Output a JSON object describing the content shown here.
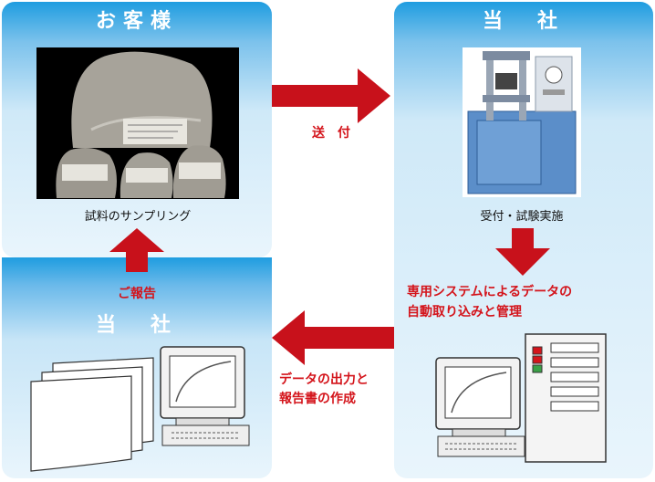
{
  "customer_panel": {
    "title": "お客様",
    "photo_caption": "試料のサンプリング"
  },
  "company_panel": {
    "title": "当　社",
    "photo_caption": "受付・試験実施",
    "process_text_line1": "専用システムによるデータの",
    "process_text_line2": "自動取り込みと管理"
  },
  "report_panel": {
    "title": "当　社",
    "report_label": "ご報告"
  },
  "arrows": {
    "send_label": "送　付",
    "output_line1": "データの出力と",
    "output_line2": "報告書の作成"
  },
  "colors": {
    "panel_top": "#1f9de0",
    "panel_mid": "#a9d7f2",
    "panel_light": "#e6f3fb",
    "arrow": "#c8111b"
  }
}
